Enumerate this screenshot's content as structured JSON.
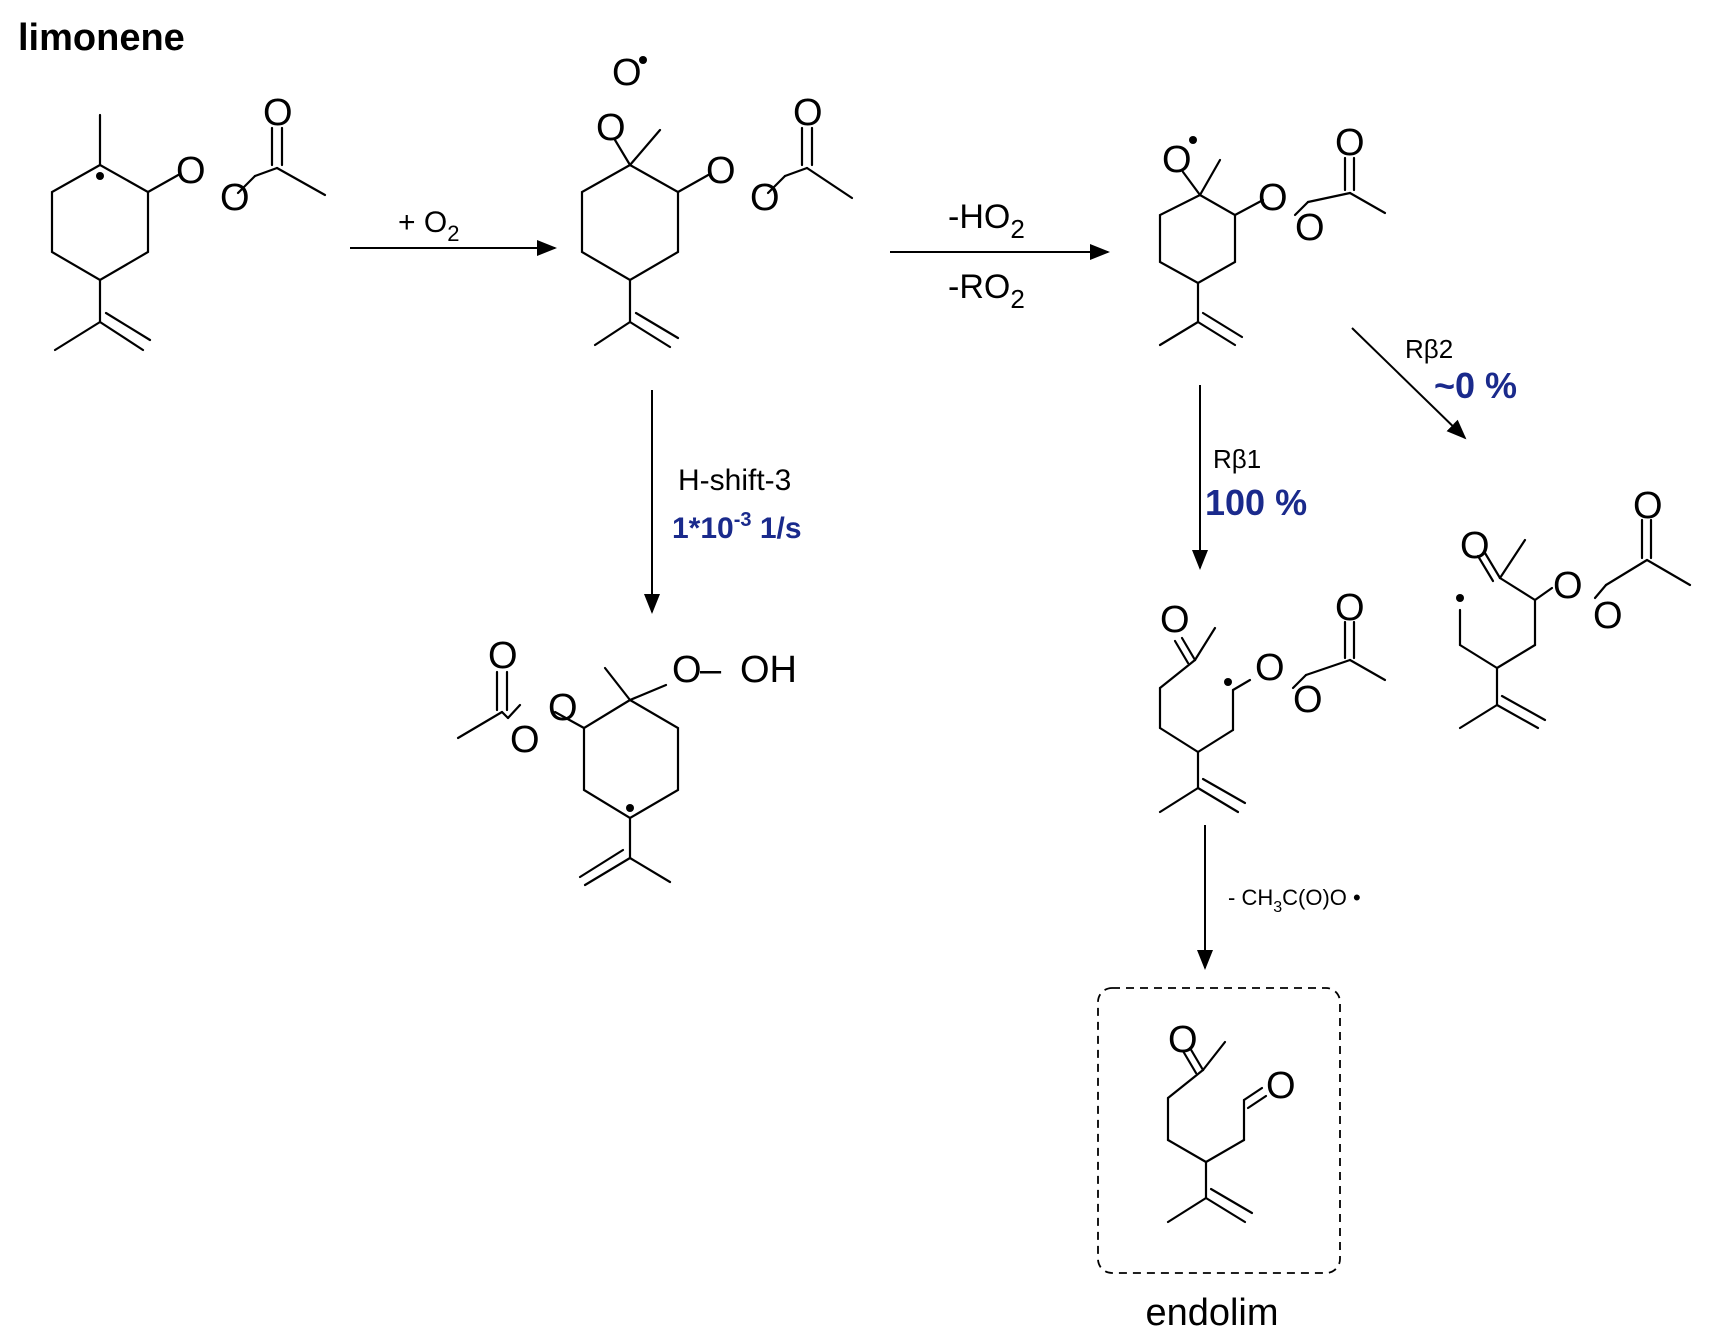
{
  "title": "limonene",
  "accent_color": "#1a2a8c",
  "arrow_labels": {
    "o2_addition": "+ O",
    "o2_addition_sub": "2",
    "minus_ho2": "-HO",
    "minus_ho2_sub": "2",
    "minus_ro2": "-RO",
    "minus_ro2_sub": "2",
    "hshift_name": "H-shift-3",
    "hshift_rate": "1*10",
    "hshift_rate_exp": "-3",
    "hshift_rate_unit": " 1/s",
    "rb1_name": "Rβ1",
    "rb1_yield": "100 %",
    "rb2_name": "Rβ2",
    "rb2_yield": "~0 %",
    "acyloxy_loss": "- CH",
    "acyloxy_loss_sub": "3",
    "acyloxy_loss_tail": "C(O)O •"
  },
  "atoms": {
    "O": "O",
    "OH": "OH",
    "dash": "–",
    "radical": "•"
  },
  "product_label": "endolim"
}
